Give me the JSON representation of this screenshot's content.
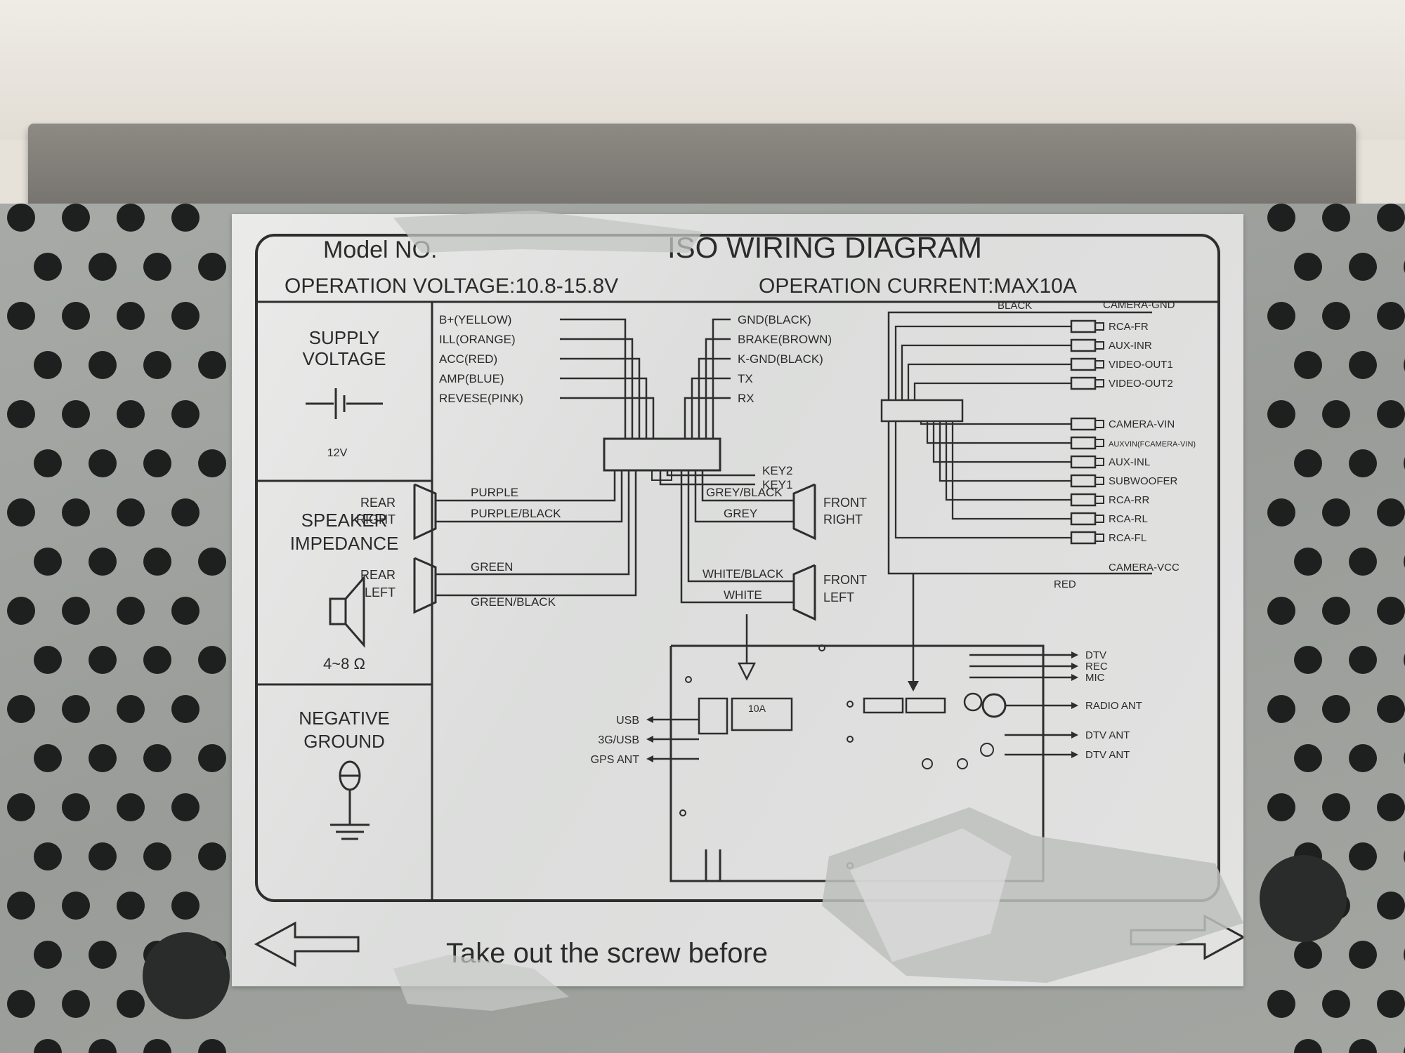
{
  "label": {
    "model_no": "Model NO.",
    "title": "ISO WIRING DIAGRAM",
    "operation_voltage": "OPERATION VOLTAGE:10.8-15.8V",
    "operation_current": "OPERATION CURRENT:MAX10A"
  },
  "left_panel": {
    "supply_voltage": [
      "SUPPLY",
      "VOLTAGE"
    ],
    "supply_value": "12V",
    "speaker_impedance": [
      "SPEAKER",
      "IMPEDANCE"
    ],
    "impedance_value": "4~8 Ω",
    "negative_ground": [
      "NEGATIVE",
      "GROUND"
    ]
  },
  "iso_left_wires": [
    "B+(YELLOW)",
    "ILL(ORANGE)",
    "ACC(RED)",
    "AMP(BLUE)",
    "REVESE(PINK)"
  ],
  "iso_right_wires": [
    "GND(BLACK)",
    "BRAKE(BROWN)",
    "K-GND(BLACK)",
    "TX",
    "RX"
  ],
  "keys": [
    "KEY2",
    "KEY1"
  ],
  "speakers": {
    "rear_right": [
      "REAR",
      "RIGHT"
    ],
    "rear_left": [
      "REAR",
      "LEFT"
    ],
    "front_right": [
      "FRONT",
      "RIGHT"
    ],
    "front_left": [
      "FRONT",
      "LEFT"
    ],
    "rr_wires": [
      "PURPLE",
      "PURPLE/BLACK"
    ],
    "rl_wires": [
      "GREEN",
      "GREEN/BLACK"
    ],
    "fr_wires": [
      "GREY/BLACK",
      "GREY"
    ],
    "fl_wires": [
      "WHITE/BLACK",
      "WHITE"
    ]
  },
  "rca": {
    "top_wire": "BLACK",
    "bottom_wire": "RED",
    "top_label": "CAMERA-GND",
    "bottom_label": "CAMERA-VCC",
    "outputs": [
      "RCA-FR",
      "AUX-INR",
      "VIDEO-OUT1",
      "VIDEO-OUT2",
      "CAMERA-VIN",
      "AUXVIN(FCAMERA-VIN)",
      "AUX-INL",
      "SUBWOOFER",
      "RCA-RR",
      "RCA-RL",
      "RCA-FL"
    ]
  },
  "back_panel": {
    "left_ports": [
      "USB",
      "3G/USB",
      "GPS ANT"
    ],
    "fuse": "10A",
    "right_ports": [
      "DTV",
      "REC",
      "MIC",
      "RADIO ANT",
      "DTV ANT",
      "DTV ANT"
    ]
  },
  "footer_text": "Take out the screw before"
}
